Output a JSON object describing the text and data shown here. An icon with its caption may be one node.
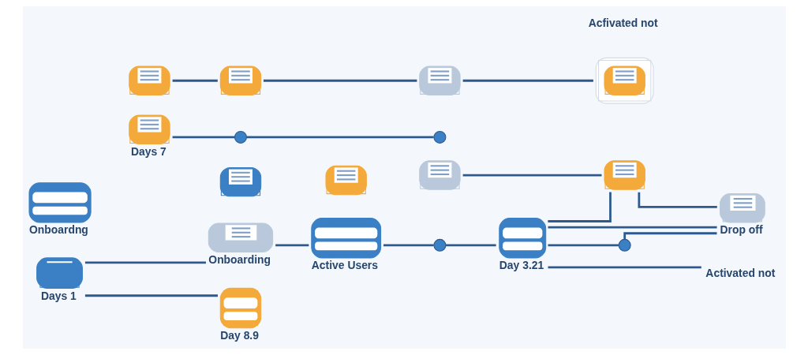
{
  "diagram": {
    "nodes": [
      {
        "text": [
          "Days 1"
        ]
      },
      {
        "text": [
          "Onboarding"
        ]
      },
      {
        "text": [],
        "shape": "picture"
      },
      {
        "text": [],
        "shape": "circle"
      },
      {
        "text": [
          "Activated not"
        ]
      },
      {
        "text": [],
        "shape": "picture"
      },
      {
        "text": [],
        "shape": "picture"
      },
      {
        "text": [],
        "shape": "picture"
      },
      {
        "text": [
          "Days 7"
        ]
      },
      {
        "text": [
          "Onboardng"
        ]
      },
      {
        "text": [
          "Day 8.9"
        ]
      },
      {
        "text": [
          "Active Users"
        ]
      },
      {
        "text": [
          "Day 3.21"
        ]
      },
      {
        "text": [
          "Drop off"
        ]
      },
      {
        "text": [],
        "shape": "circle"
      },
      {
        "text": [],
        "shape": "circle"
      },
      {
        "text": [],
        "shape": "circle"
      },
      {
        "text": [],
        "shape": "picture"
      },
      {
        "text": [],
        "shape": "picture"
      },
      {
        "text": [],
        "shape": "picture"
      },
      {
        "text": [],
        "shape": "picture"
      }
    ],
    "edges": [
      {
        "from": 0,
        "to": 1,
        "arrow": "none"
      },
      {
        "from": 0,
        "to": 10,
        "arrow": "none"
      },
      {
        "from": 1,
        "to": 11,
        "arrow": "none"
      },
      {
        "from": 11,
        "to": 3,
        "arrow": "none"
      },
      {
        "from": 3,
        "to": 12,
        "arrow": "none"
      },
      {
        "from": 2,
        "to": 7,
        "arrow": "none"
      },
      {
        "from": 12,
        "to": 4,
        "arrow": "none"
      },
      {
        "from": 12,
        "to": 13,
        "arrow": "none"
      },
      {
        "from": 7,
        "to": 12,
        "arrow": "none"
      },
      {
        "from": 7,
        "to": 13,
        "arrow": "none"
      },
      {
        "from": 8,
        "to": 14,
        "arrow": "none"
      },
      {
        "from": 14,
        "to": 15,
        "arrow": "none"
      },
      {
        "from": 17,
        "to": 18,
        "arrow": "none"
      },
      {
        "from": 18,
        "to": 19,
        "arrow": "none"
      },
      {
        "from": 19,
        "to": 20,
        "arrow": "none"
      },
      {
        "from": 12,
        "to": 16,
        "arrow": "none"
      },
      {
        "from": 16,
        "to": 13,
        "arrow": "none"
      }
    ],
    "labels": [
      "Acfivated not"
    ]
  }
}
